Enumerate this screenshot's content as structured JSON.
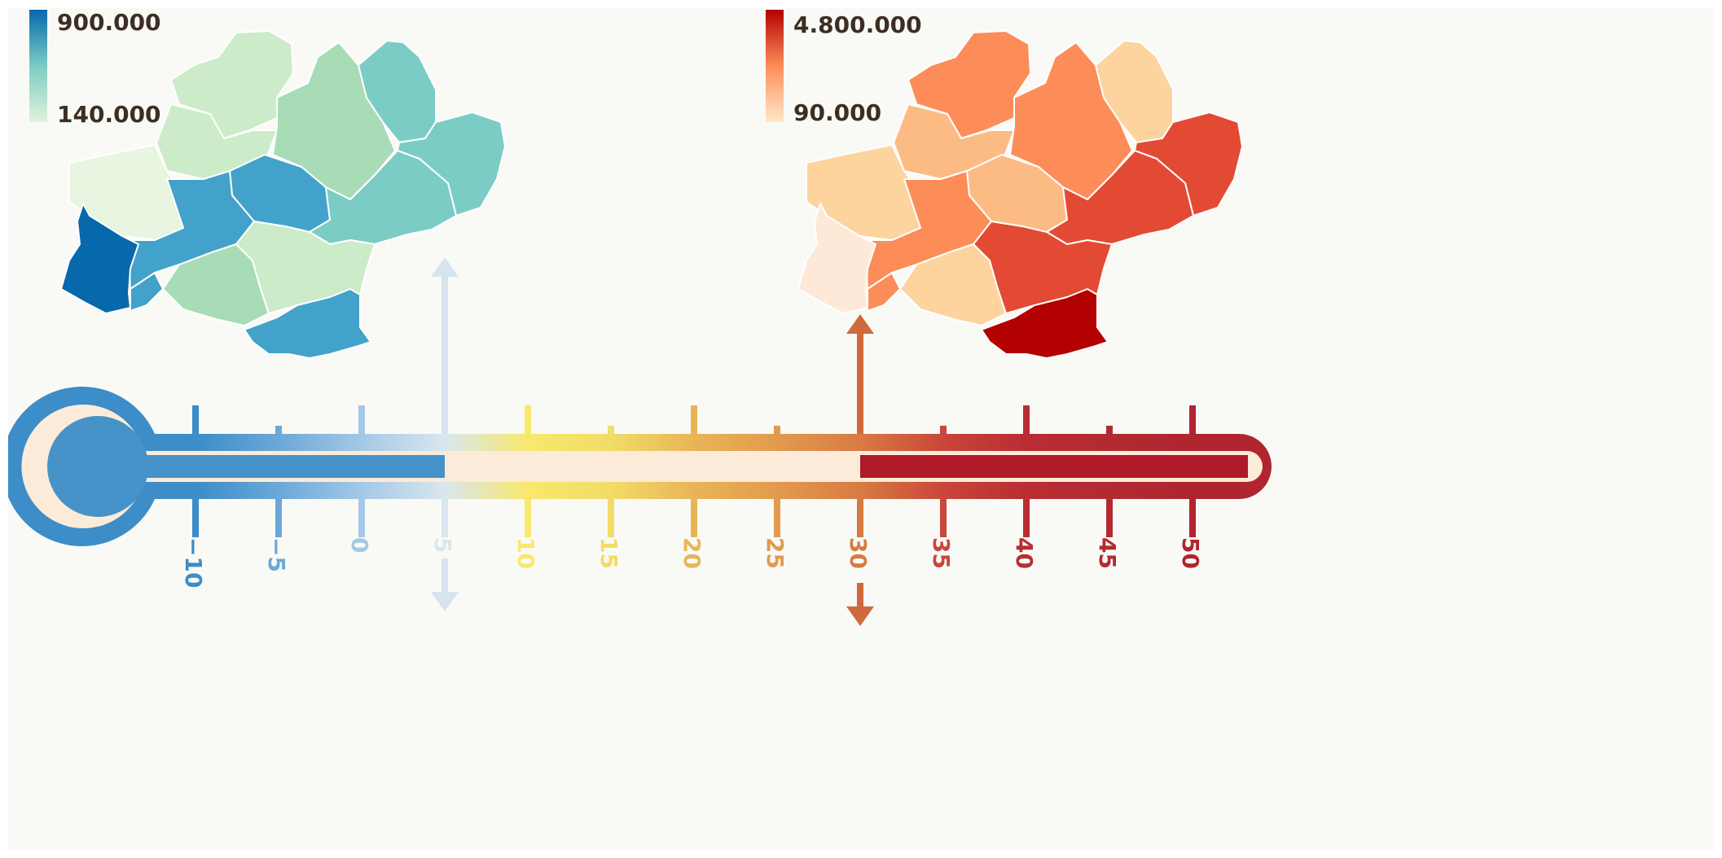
{
  "legend_cold": {
    "max_label": "900.000",
    "min_label": "140.000",
    "max_color": "#0868ac",
    "mid_color": "#7bccc4",
    "min_color": "#e0f3db"
  },
  "legend_hot": {
    "max_label": "4.800.000",
    "min_label": "90.000",
    "max_color": "#b30000",
    "mid_color": "#fc8d59",
    "min_color": "#fee8c8"
  },
  "map_cold": {
    "colors": [
      "#e8f5e0",
      "#ccebc9",
      "#a7dcb6",
      "#7bccc4",
      "#43a2ca",
      "#0868ac"
    ]
  },
  "map_hot": {
    "colors": [
      "#fee8d8",
      "#fdd49e",
      "#fdbb84",
      "#fc8d59",
      "#e34a33",
      "#b30000"
    ]
  },
  "thermometer": {
    "ticks": [
      {
        "label": "−10",
        "value": -10,
        "color": "#3c8dc8",
        "major": true
      },
      {
        "label": "−5",
        "value": -5,
        "color": "#6aa8d8",
        "major": false
      },
      {
        "label": "0",
        "value": 0,
        "color": "#a4c8e6",
        "major": true
      },
      {
        "label": "5",
        "value": 5,
        "color": "#d9e6ef",
        "major": false
      },
      {
        "label": "10",
        "value": 10,
        "color": "#f8e86c",
        "major": true
      },
      {
        "label": "15",
        "value": 15,
        "color": "#f1dc68",
        "major": false
      },
      {
        "label": "20",
        "value": 20,
        "color": "#e8b556",
        "major": true
      },
      {
        "label": "25",
        "value": 25,
        "color": "#e29a4e",
        "major": false
      },
      {
        "label": "30",
        "value": 30,
        "color": "#d87b42",
        "major": true
      },
      {
        "label": "35",
        "value": 35,
        "color": "#c9463a",
        "major": false
      },
      {
        "label": "40",
        "value": 40,
        "color": "#b92d33",
        "major": true
      },
      {
        "label": "45",
        "value": 45,
        "color": "#b22b31",
        "major": false
      },
      {
        "label": "50",
        "value": 50,
        "color": "#b0252f",
        "major": true
      }
    ],
    "cold_level": 5,
    "hot_level": 30,
    "fill_cold_color": "#4593c8",
    "fill_hot_color": "#b01a28",
    "tube_inner_color": "#fdebd9",
    "cold_arrow_color": "#d6e4ee",
    "hot_arrow_color": "#d06a3c"
  }
}
